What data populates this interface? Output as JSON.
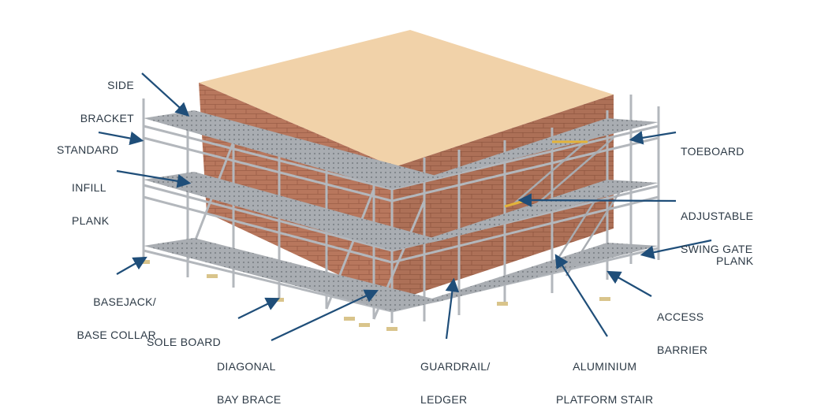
{
  "labels": {
    "side_bracket": [
      "SIDE",
      "BRACKET"
    ],
    "standard": [
      "STANDARD"
    ],
    "infill_plank": [
      "INFILL",
      "PLANK"
    ],
    "basejack": [
      "BASEJACK/",
      "BASE COLLAR"
    ],
    "sole_board": [
      "SOLE BOARD"
    ],
    "diagonal_bay_brace": [
      "DIAGONAL",
      "BAY BRACE"
    ],
    "guardrail_ledger": [
      "GUARDRAIL/",
      "LEDGER"
    ],
    "aluminium_platform_stair": [
      "ALUMINIUM",
      "PLATFORM STAIR"
    ],
    "access_barrier": [
      "ACCESS",
      "BARRIER"
    ],
    "plank": [
      "PLANK"
    ],
    "adjustable_swing_gate": [
      "ADJUSTABLE",
      "SWING GATE"
    ],
    "toeboard": [
      "TOEBOARD"
    ]
  },
  "colors": {
    "text": "#2d3a46",
    "arrow": "#1f4e79",
    "roof": "#f1d2a9",
    "brick": "#b7765c",
    "brick_dark": "#9c5e47",
    "steel": "#b9bcc0",
    "plank": "#9ea3a8",
    "board": "#d9c48b"
  }
}
